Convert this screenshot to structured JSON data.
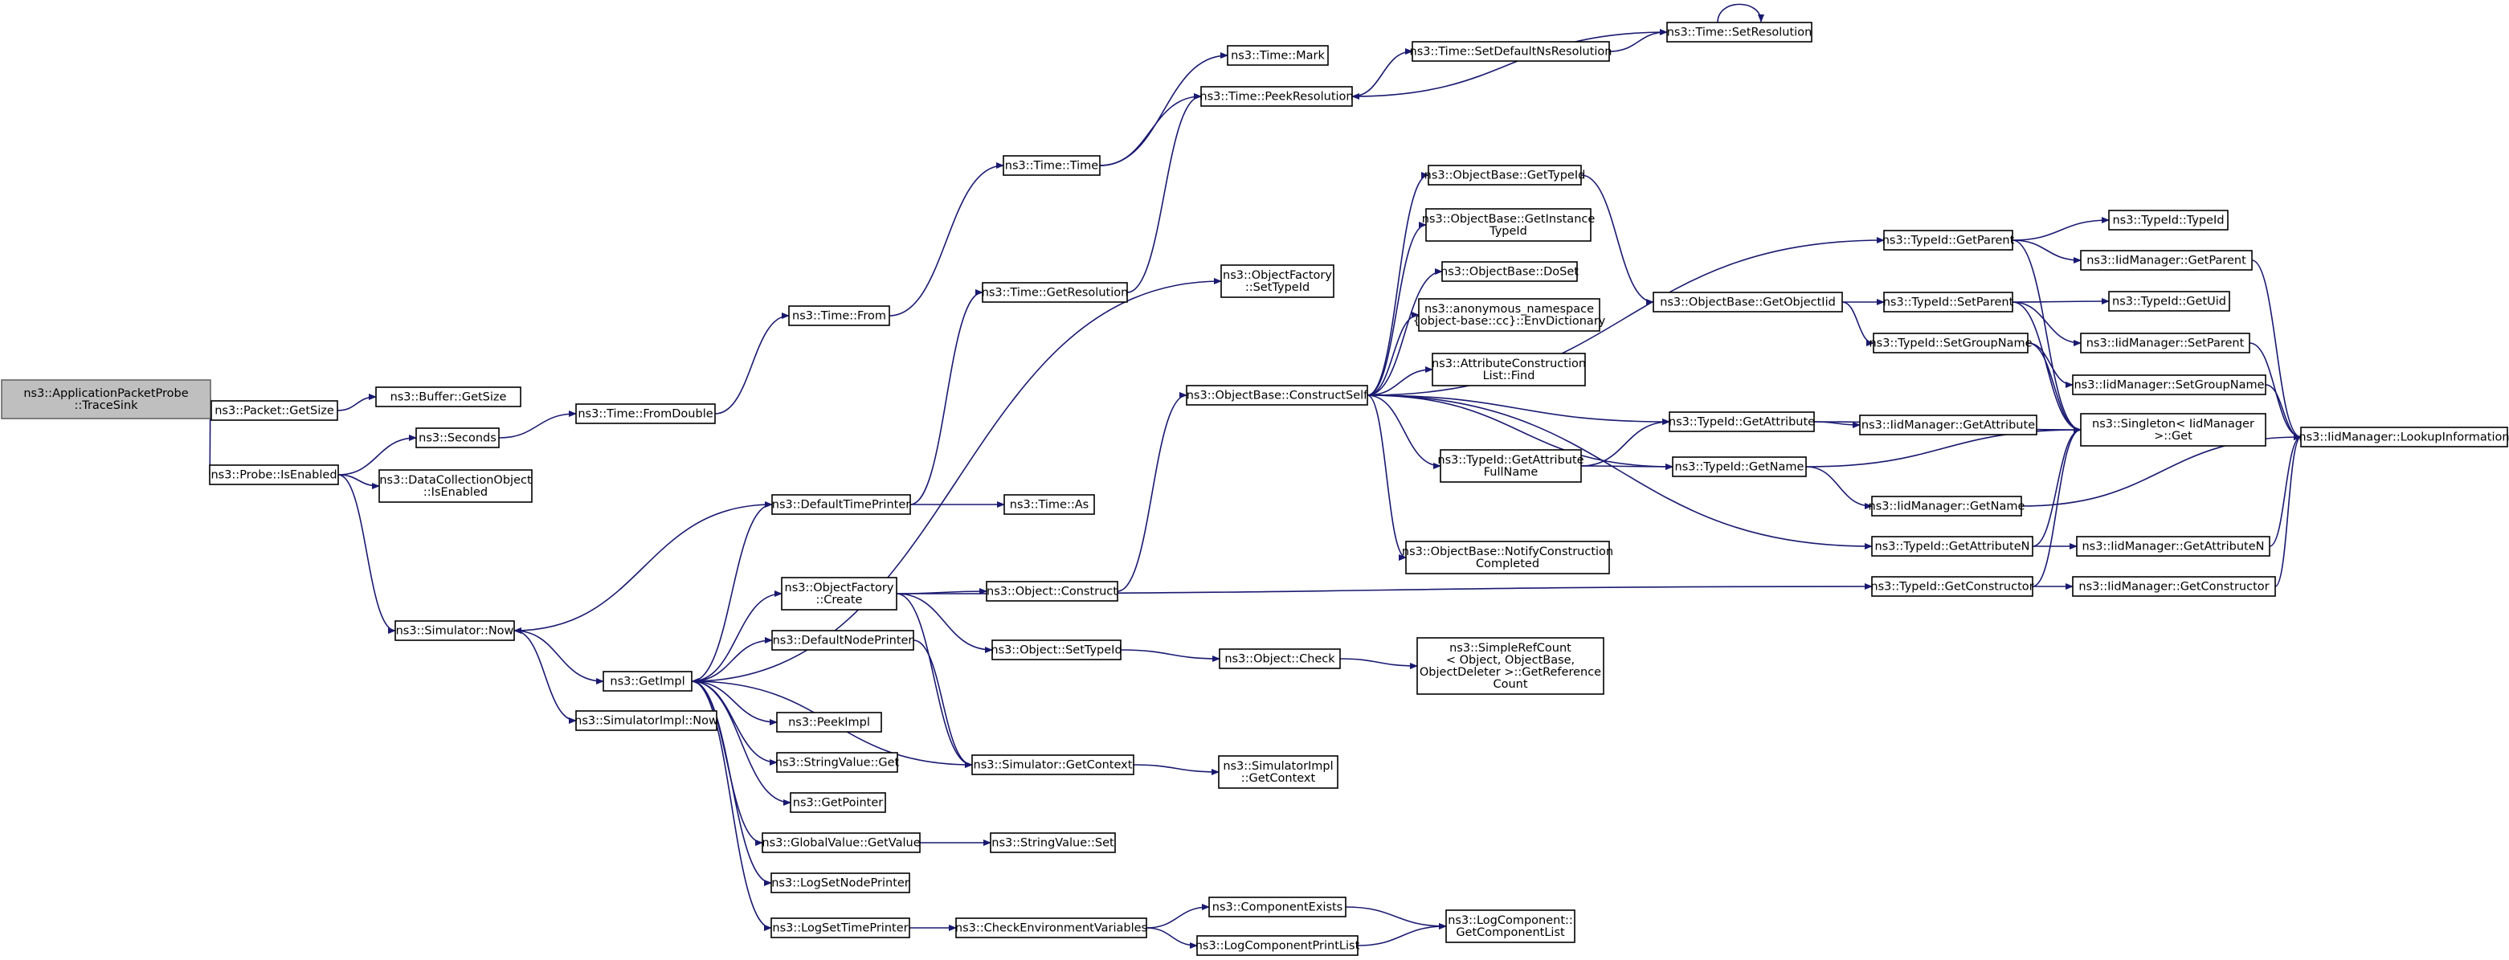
{
  "graph": {
    "edge_color": "#191970",
    "root_fill": "#bfbfbf",
    "nodes": [
      {
        "id": "tracesink",
        "lines": [
          "ns3::ApplicationPacketProbe",
          "::TraceSink"
        ],
        "root": true
      },
      {
        "id": "packet_getsize",
        "lines": [
          "ns3::Packet::GetSize"
        ]
      },
      {
        "id": "buffer_getsize",
        "lines": [
          "ns3::Buffer::GetSize"
        ]
      },
      {
        "id": "probe_isenabled",
        "lines": [
          "ns3::Probe::IsEnabled"
        ]
      },
      {
        "id": "seconds",
        "lines": [
          "ns3::Seconds"
        ]
      },
      {
        "id": "dco_isenabled",
        "lines": [
          "ns3::DataCollectionObject",
          "::IsEnabled"
        ]
      },
      {
        "id": "sim_now",
        "lines": [
          "ns3::Simulator::Now"
        ]
      },
      {
        "id": "time_fromdouble",
        "lines": [
          "ns3::Time::FromDouble"
        ]
      },
      {
        "id": "time_from",
        "lines": [
          "ns3::Time::From"
        ]
      },
      {
        "id": "time_time",
        "lines": [
          "ns3::Time::Time"
        ]
      },
      {
        "id": "time_mark",
        "lines": [
          "ns3::Time::Mark"
        ]
      },
      {
        "id": "time_peekres",
        "lines": [
          "ns3::Time::PeekResolution"
        ]
      },
      {
        "id": "time_setdefns",
        "lines": [
          "ns3::Time::SetDefaultNsResolution"
        ]
      },
      {
        "id": "time_setres",
        "lines": [
          "ns3::Time::SetResolution"
        ]
      },
      {
        "id": "time_getres",
        "lines": [
          "ns3::Time::GetResolution"
        ]
      },
      {
        "id": "defaulttimeprinter",
        "lines": [
          "ns3::DefaultTimePrinter"
        ]
      },
      {
        "id": "time_as",
        "lines": [
          "ns3::Time::As"
        ]
      },
      {
        "id": "getimpl",
        "lines": [
          "ns3::GetImpl"
        ]
      },
      {
        "id": "simimpl_now",
        "lines": [
          "ns3::SimulatorImpl::Now"
        ]
      },
      {
        "id": "of_create",
        "lines": [
          "ns3::ObjectFactory",
          "::Create"
        ]
      },
      {
        "id": "defaultnodeprinter",
        "lines": [
          "ns3::DefaultNodePrinter"
        ]
      },
      {
        "id": "peekimpl",
        "lines": [
          "ns3::PeekImpl"
        ]
      },
      {
        "id": "stringvalue_get",
        "lines": [
          "ns3::StringValue::Get"
        ]
      },
      {
        "id": "getpointer",
        "lines": [
          "ns3::GetPointer"
        ]
      },
      {
        "id": "globalvalue_getvalue",
        "lines": [
          "ns3::GlobalValue::GetValue"
        ]
      },
      {
        "id": "logsetnodeprinter",
        "lines": [
          "ns3::LogSetNodePrinter"
        ]
      },
      {
        "id": "logsettimeprinter",
        "lines": [
          "ns3::LogSetTimePrinter"
        ]
      },
      {
        "id": "object_construct",
        "lines": [
          "ns3::Object::Construct"
        ]
      },
      {
        "id": "object_settypeid",
        "lines": [
          "ns3::Object::SetTypeId"
        ]
      },
      {
        "id": "sim_getcontext",
        "lines": [
          "ns3::Simulator::GetContext"
        ]
      },
      {
        "id": "stringvalue_set",
        "lines": [
          "ns3::StringValue::Set"
        ]
      },
      {
        "id": "checkenv",
        "lines": [
          "ns3::CheckEnvironmentVariables"
        ]
      },
      {
        "id": "of_settypeid",
        "lines": [
          "ns3::ObjectFactory",
          "::SetTypeId"
        ]
      },
      {
        "id": "ob_constructself",
        "lines": [
          "ns3::ObjectBase::ConstructSelf"
        ]
      },
      {
        "id": "object_check",
        "lines": [
          "ns3::Object::Check"
        ]
      },
      {
        "id": "simimpl_getcontext",
        "lines": [
          "ns3::SimulatorImpl",
          "::GetContext"
        ]
      },
      {
        "id": "componentexists",
        "lines": [
          "ns3::ComponentExists"
        ]
      },
      {
        "id": "logcomponentprintlist",
        "lines": [
          "ns3::LogComponentPrintList"
        ]
      },
      {
        "id": "ob_gettypeid",
        "lines": [
          "ns3::ObjectBase::GetTypeId"
        ]
      },
      {
        "id": "ob_getinstancetypeid",
        "lines": [
          "ns3::ObjectBase::GetInstance",
          "TypeId"
        ]
      },
      {
        "id": "ob_doset",
        "lines": [
          "ns3::ObjectBase::DoSet"
        ]
      },
      {
        "id": "envdictionary",
        "lines": [
          "ns3::anonymous_namespace",
          "{object-base::cc}::EnvDictionary"
        ]
      },
      {
        "id": "acl_find",
        "lines": [
          "ns3::AttributeConstruction",
          "List::Find"
        ]
      },
      {
        "id": "typeid_getattrfullname",
        "lines": [
          "ns3::TypeId::GetAttribute",
          "FullName"
        ]
      },
      {
        "id": "ob_notifyconstruction",
        "lines": [
          "ns3::ObjectBase::NotifyConstruction",
          "Completed"
        ]
      },
      {
        "id": "simplerefcount",
        "lines": [
          "ns3::SimpleRefCount",
          "< Object, ObjectBase,",
          "ObjectDeleter >::GetReference",
          "Count"
        ]
      },
      {
        "id": "logcomponent_getlist",
        "lines": [
          "ns3::LogComponent::",
          "GetComponentList"
        ]
      },
      {
        "id": "ob_getobjectiid",
        "lines": [
          "ns3::ObjectBase::GetObjectIid"
        ]
      },
      {
        "id": "typeid_getattribute",
        "lines": [
          "ns3::TypeId::GetAttribute"
        ]
      },
      {
        "id": "typeid_getname",
        "lines": [
          "ns3::TypeId::GetName"
        ]
      },
      {
        "id": "typeid_getparent",
        "lines": [
          "ns3::TypeId::GetParent"
        ]
      },
      {
        "id": "typeid_setparent",
        "lines": [
          "ns3::TypeId::SetParent"
        ]
      },
      {
        "id": "typeid_setgroupname",
        "lines": [
          "ns3::TypeId::SetGroupName"
        ]
      },
      {
        "id": "iid_getattribute",
        "lines": [
          "ns3::IidManager::GetAttribute"
        ]
      },
      {
        "id": "iid_getname",
        "lines": [
          "ns3::IidManager::GetName"
        ]
      },
      {
        "id": "typeid_getattributen",
        "lines": [
          "ns3::TypeId::GetAttributeN"
        ]
      },
      {
        "id": "typeid_getconstructor",
        "lines": [
          "ns3::TypeId::GetConstructor"
        ]
      },
      {
        "id": "typeid_typeid",
        "lines": [
          "ns3::TypeId::TypeId"
        ]
      },
      {
        "id": "iid_getparent",
        "lines": [
          "ns3::IidManager::GetParent"
        ]
      },
      {
        "id": "typeid_getuid",
        "lines": [
          "ns3::TypeId::GetUid"
        ]
      },
      {
        "id": "iid_setparent",
        "lines": [
          "ns3::IidManager::SetParent"
        ]
      },
      {
        "id": "iid_setgroupname",
        "lines": [
          "ns3::IidManager::SetGroupName"
        ]
      },
      {
        "id": "singleton_get",
        "lines": [
          "ns3::Singleton< IidManager",
          ">::Get"
        ]
      },
      {
        "id": "iid_getattributen",
        "lines": [
          "ns3::IidManager::GetAttributeN"
        ]
      },
      {
        "id": "iid_getconstructor",
        "lines": [
          "ns3::IidManager::GetConstructor"
        ]
      },
      {
        "id": "iid_lookupinformation",
        "lines": [
          "ns3::IidManager::LookupInformation"
        ]
      }
    ],
    "edges": [
      [
        "tracesink",
        "packet_getsize"
      ],
      [
        "tracesink",
        "probe_isenabled"
      ],
      [
        "packet_getsize",
        "buffer_getsize"
      ],
      [
        "probe_isenabled",
        "seconds"
      ],
      [
        "probe_isenabled",
        "dco_isenabled"
      ],
      [
        "probe_isenabled",
        "sim_now"
      ],
      [
        "seconds",
        "time_fromdouble"
      ],
      [
        "time_fromdouble",
        "time_from"
      ],
      [
        "time_from",
        "time_time"
      ],
      [
        "time_time",
        "time_mark"
      ],
      [
        "time_time",
        "time_peekres"
      ],
      [
        "time_peekres",
        "time_setdefns"
      ],
      [
        "time_setdefns",
        "time_setres"
      ],
      [
        "time_setres",
        "time_setres"
      ],
      [
        "time_setres",
        "time_peekres"
      ],
      [
        "time_getres",
        "time_peekres"
      ],
      [
        "sim_now",
        "getimpl"
      ],
      [
        "sim_now",
        "simimpl_now"
      ],
      [
        "defaulttimeprinter",
        "sim_now"
      ],
      [
        "defaulttimeprinter",
        "time_getres"
      ],
      [
        "defaulttimeprinter",
        "time_as"
      ],
      [
        "getimpl",
        "defaulttimeprinter"
      ],
      [
        "getimpl",
        "of_create"
      ],
      [
        "getimpl",
        "defaultnodeprinter"
      ],
      [
        "getimpl",
        "peekimpl"
      ],
      [
        "getimpl",
        "stringvalue_get"
      ],
      [
        "getimpl",
        "getpointer"
      ],
      [
        "getimpl",
        "globalvalue_getvalue"
      ],
      [
        "getimpl",
        "logsetnodeprinter"
      ],
      [
        "getimpl",
        "logsettimeprinter"
      ],
      [
        "getimpl",
        "of_settypeid"
      ],
      [
        "of_create",
        "object_construct"
      ],
      [
        "of_create",
        "object_settypeid"
      ],
      [
        "of_create",
        "sim_getcontext"
      ],
      [
        "of_create",
        "typeid_getconstructor"
      ],
      [
        "defaultnodeprinter",
        "sim_getcontext"
      ],
      [
        "sim_getcontext",
        "getimpl"
      ],
      [
        "sim_getcontext",
        "simimpl_getcontext"
      ],
      [
        "globalvalue_getvalue",
        "stringvalue_set"
      ],
      [
        "logsettimeprinter",
        "checkenv"
      ],
      [
        "checkenv",
        "componentexists"
      ],
      [
        "checkenv",
        "logcomponentprintlist"
      ],
      [
        "componentexists",
        "logcomponent_getlist"
      ],
      [
        "logcomponentprintlist",
        "logcomponent_getlist"
      ],
      [
        "object_construct",
        "ob_constructself"
      ],
      [
        "object_settypeid",
        "object_check"
      ],
      [
        "object_check",
        "simplerefcount"
      ],
      [
        "ob_constructself",
        "ob_gettypeid"
      ],
      [
        "ob_constructself",
        "ob_getinstancetypeid"
      ],
      [
        "ob_constructself",
        "ob_doset"
      ],
      [
        "ob_constructself",
        "envdictionary"
      ],
      [
        "ob_constructself",
        "acl_find"
      ],
      [
        "ob_constructself",
        "typeid_getattrfullname"
      ],
      [
        "ob_constructself",
        "ob_notifyconstruction"
      ],
      [
        "ob_constructself",
        "typeid_getattribute"
      ],
      [
        "ob_constructself",
        "typeid_getname"
      ],
      [
        "ob_constructself",
        "typeid_getparent"
      ],
      [
        "ob_constructself",
        "typeid_getattributen"
      ],
      [
        "ob_gettypeid",
        "ob_getobjectiid"
      ],
      [
        "ob_getobjectiid",
        "typeid_setparent"
      ],
      [
        "ob_getobjectiid",
        "typeid_setgroupname"
      ],
      [
        "typeid_getattrfullname",
        "typeid_getattribute"
      ],
      [
        "typeid_getattrfullname",
        "typeid_getname"
      ],
      [
        "typeid_getattribute",
        "iid_getattribute"
      ],
      [
        "typeid_getattribute",
        "singleton_get"
      ],
      [
        "typeid_getname",
        "iid_getname"
      ],
      [
        "typeid_getname",
        "singleton_get"
      ],
      [
        "typeid_getparent",
        "typeid_typeid"
      ],
      [
        "typeid_getparent",
        "iid_getparent"
      ],
      [
        "typeid_getparent",
        "singleton_get"
      ],
      [
        "typeid_setparent",
        "typeid_getuid"
      ],
      [
        "typeid_setparent",
        "iid_setparent"
      ],
      [
        "typeid_setparent",
        "singleton_get"
      ],
      [
        "typeid_setgroupname",
        "iid_setgroupname"
      ],
      [
        "typeid_setgroupname",
        "singleton_get"
      ],
      [
        "typeid_getattributen",
        "iid_getattributen"
      ],
      [
        "typeid_getattributen",
        "singleton_get"
      ],
      [
        "typeid_getconstructor",
        "iid_getconstructor"
      ],
      [
        "typeid_getconstructor",
        "singleton_get"
      ],
      [
        "iid_getparent",
        "iid_lookupinformation"
      ],
      [
        "iid_setparent",
        "iid_lookupinformation"
      ],
      [
        "iid_setgroupname",
        "iid_lookupinformation"
      ],
      [
        "iid_getname",
        "iid_lookupinformation"
      ],
      [
        "iid_getattributen",
        "iid_lookupinformation"
      ],
      [
        "iid_getconstructor",
        "iid_lookupinformation"
      ]
    ]
  }
}
